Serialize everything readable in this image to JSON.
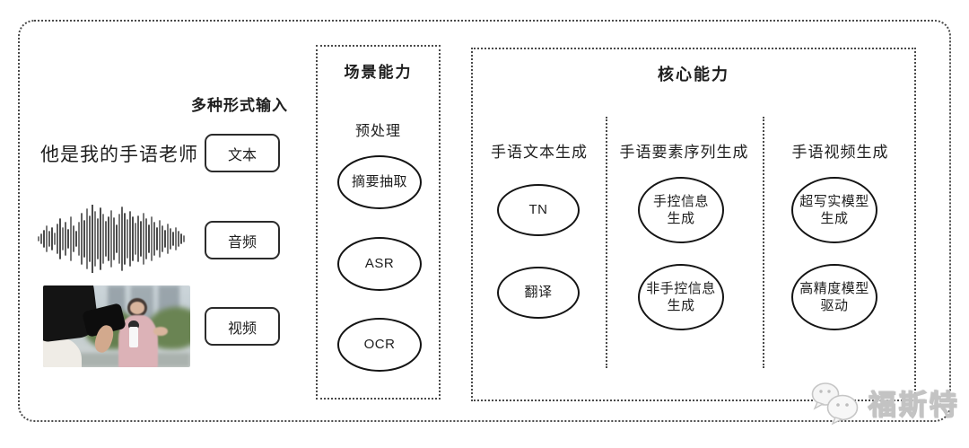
{
  "input_section": {
    "title": "多种形式输入",
    "text_sample": "他是我的手语老师",
    "items": [
      {
        "label": "文本"
      },
      {
        "label": "音频"
      },
      {
        "label": "视频"
      }
    ]
  },
  "scene_section": {
    "title": "场景能力",
    "subtitle": "预处理",
    "nodes": [
      "摘要抽取",
      "ASR",
      "OCR"
    ]
  },
  "core_section": {
    "title": "核心能力",
    "columns": [
      {
        "header": "手语文本生成",
        "nodes": [
          "TN",
          "翻译"
        ]
      },
      {
        "header": "手语要素序列生成",
        "nodes": [
          "手控信息\n生成",
          "非手控信息\n生成"
        ]
      },
      {
        "header": "手语视频生成",
        "nodes": [
          "超写实模型\n生成",
          "高精度模型\n驱动"
        ]
      }
    ]
  },
  "watermark": {
    "text": "福斯特",
    "logo": "wechat-icon"
  },
  "colors": {
    "line": "#2b2b2b",
    "dotted_border": "#4a4a4a",
    "background": "#ffffff",
    "watermark_gray": "#c3c3c3"
  }
}
